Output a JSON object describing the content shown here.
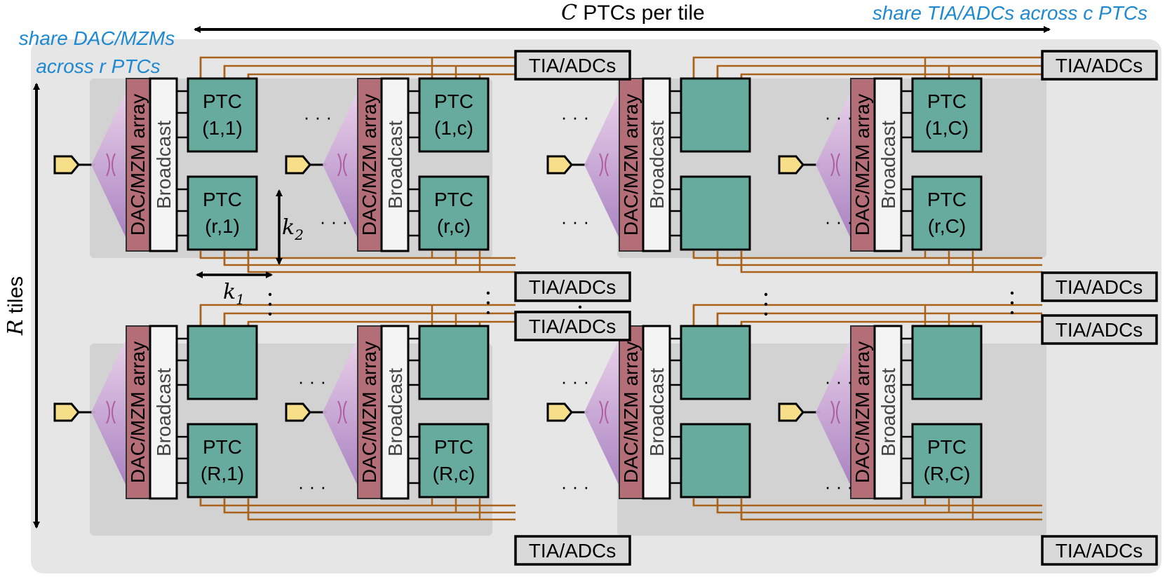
{
  "header": {
    "top_var": "C",
    "top_label": " PTCs per tile",
    "share_right": "share TIA/ADCs across c PTCs",
    "share_left_line1": "share DAC/MZMs",
    "share_left_line2": "across r PTCs",
    "side_var": "R",
    "side_label": " tiles"
  },
  "labels": {
    "tia": "TIA/ADCs",
    "dac": "DAC/MZM array",
    "broadcast": "Broadcast",
    "ptc": "PTC",
    "dots": "· · ·",
    "k1": "k",
    "k1_sub": "1",
    "k2": "k",
    "k2_sub": "2"
  },
  "ptc_labels": {
    "r0c0a": "(1,1)",
    "r0c0b": "(r,1)",
    "r0c1a": "(1,c)",
    "r0c1b": "(r,c)",
    "r0c3a": "(1,C)",
    "r0c3b": "(r,C)",
    "r1c0b": "(R,1)",
    "r1c1b": "(R,c)",
    "r1c3b": "(R,C)"
  },
  "colors": {
    "outer_bg": "#e6e6e6",
    "tile_bg": "#d2d2d2",
    "ptc_fill": "#66ab9d",
    "dac_fill": "#b46e78",
    "broadcast_fill": "#f4f4f4",
    "wire": "#a8621a",
    "tia_fill": "#d9d9d9",
    "laser_fill": "#f7df8a",
    "mux_top": "#ead0ea",
    "mux_bottom": "#a77ec0",
    "accent_blue": "#1e88d0"
  }
}
